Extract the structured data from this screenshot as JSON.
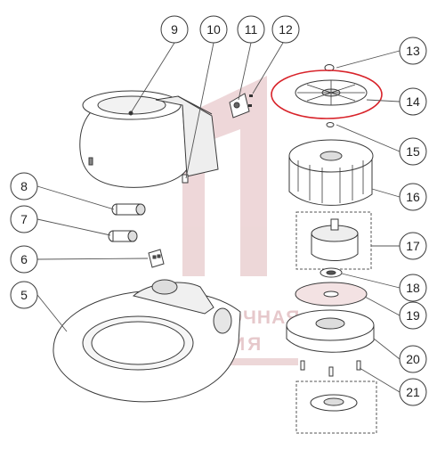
{
  "callouts": {
    "c5": "5",
    "c6": "6",
    "c7": "7",
    "c8": "8",
    "c9": "9",
    "c10": "10",
    "c11": "11",
    "c12": "12",
    "c13": "13",
    "c14": "14",
    "c15": "15",
    "c16": "16",
    "c17": "17",
    "c18": "18",
    "c19": "19",
    "c20": "20",
    "c21": "21"
  },
  "watermark": {
    "line1": "ШЛИФОВОЧНАЯ",
    "line2": "КОМПАНИЯ",
    "color": "#c9878d"
  },
  "highlight": {
    "part": "14",
    "color": "#d8232a"
  },
  "colors": {
    "line": "#3a3a3a",
    "leader": "#555555"
  }
}
